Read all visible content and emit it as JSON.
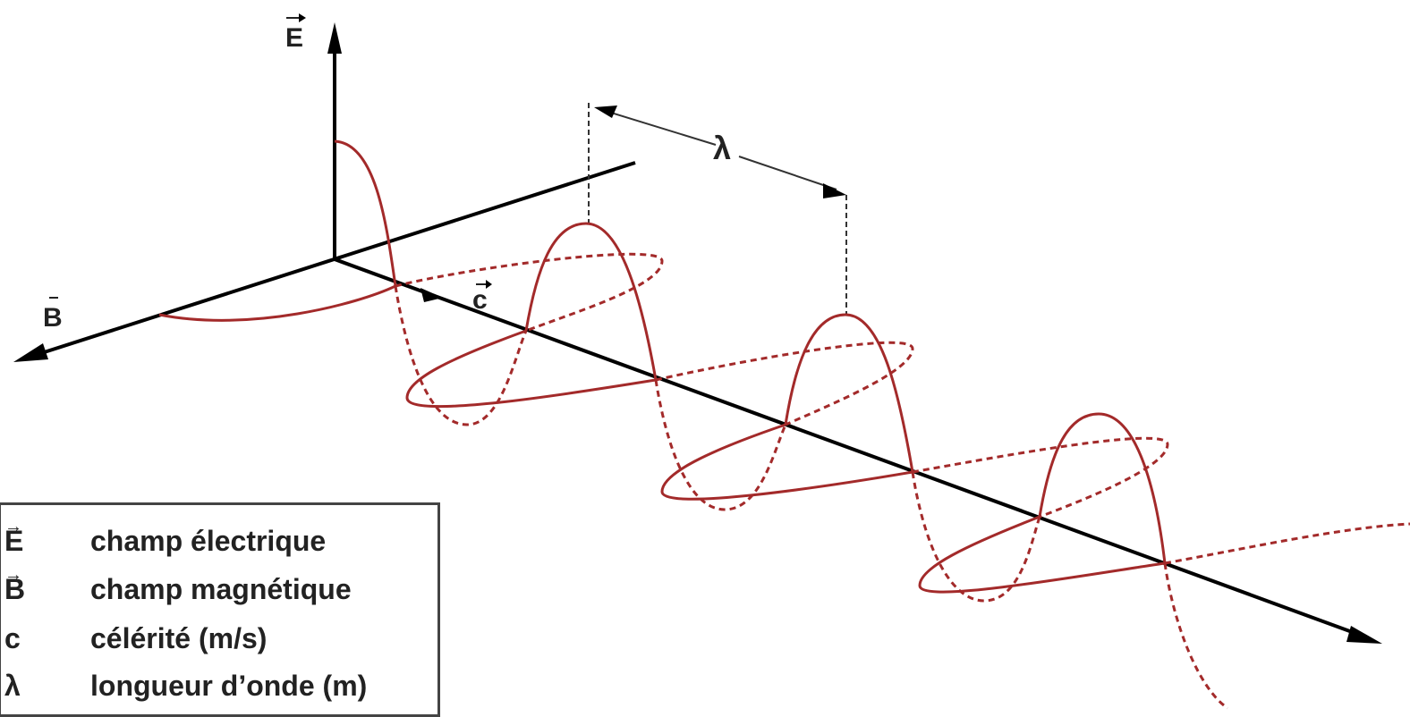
{
  "colors": {
    "wave": "#a32a2a",
    "axis": "#000000",
    "text": "#222222"
  },
  "axis_labels": {
    "E": "E",
    "B": "B",
    "c": "c",
    "lambda": "λ"
  },
  "legend": [
    {
      "symbol": "E",
      "vector": true,
      "text": "champ électrique"
    },
    {
      "symbol": "B",
      "vector": true,
      "text": "champ magnétique"
    },
    {
      "symbol": "c",
      "vector": false,
      "text": "célérité (m/s)"
    },
    {
      "symbol": "λ",
      "vector": false,
      "text": "longueur d’onde (m)"
    }
  ]
}
